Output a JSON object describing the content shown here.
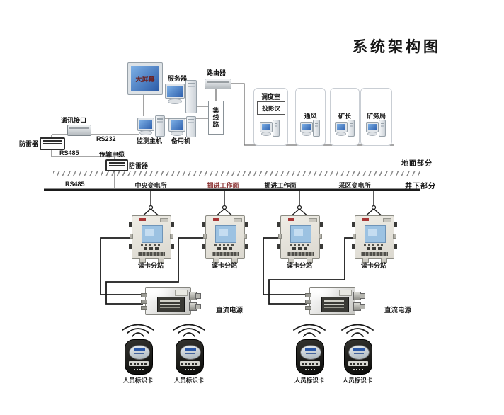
{
  "title": "系统架构图",
  "surface": {
    "big_screen": "大屏幕",
    "server": "服务器",
    "router": "路由器",
    "hub": "集线路",
    "comm_interface": "通讯接口",
    "rs232": "RS232",
    "arrester_left": "防雷器",
    "rs485_surface": "RS485",
    "transmission_cable": "传输电缆",
    "arrester_mid": "防雷器",
    "monitor_host": "监测主机",
    "backup_host": "备用机",
    "offices": [
      {
        "name": "调度室",
        "device": "投影仪"
      },
      {
        "name": "通风"
      },
      {
        "name": "矿长"
      },
      {
        "name": "矿务局"
      }
    ],
    "surface_section": "地面部分",
    "underground_section": "井下部分"
  },
  "underground": {
    "rs485": "RS485",
    "locations": [
      {
        "text": "中央变电所"
      },
      {
        "text": "掘进工作面",
        "highlight": true
      },
      {
        "text": "掘进工作面"
      },
      {
        "text": "采区变电所"
      }
    ],
    "reader_label": "读卡分站",
    "power_label": "直流电源",
    "card_label": "人员标识卡"
  },
  "colors": {
    "highlight_label": "#8b3232",
    "screen_text": "#6b2020",
    "surface_line": "#707070",
    "underground_line": "#1a1a1a",
    "screen_blue": "#3062ae"
  }
}
